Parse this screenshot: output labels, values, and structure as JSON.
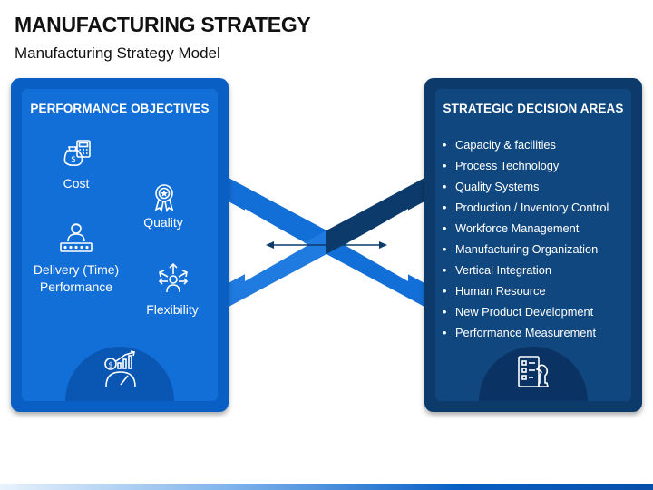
{
  "header": {
    "title": "MANUFACTURING STRATEGY",
    "subtitle": "Manufacturing Strategy Model"
  },
  "left_panel": {
    "heading": "PERFORMANCE OBJECTIVES",
    "objectives": [
      {
        "label": "Cost",
        "icon": "money-bag-calculator-icon"
      },
      {
        "label": "Quality",
        "icon": "award-badge-icon"
      },
      {
        "label": "Delivery (Time)\nPerformance",
        "icon": "delivery-person-rating-icon"
      },
      {
        "label": "Flexibility",
        "icon": "person-arrows-icon"
      }
    ],
    "bottom_icon": "growth-speedometer-icon"
  },
  "right_panel": {
    "heading": "STRATEGIC DECISION AREAS",
    "items": [
      "Capacity & facilities",
      "Process Technology",
      "Quality Systems",
      "Production / Inventory Control",
      "Workforce Management",
      "Manufacturing Organization",
      "Vertical Integration",
      "Human Resource",
      "New Product Development",
      "Performance Measurement"
    ],
    "bottom_icon": "checklist-chess-knight-icon"
  },
  "colors": {
    "left_panel": "#0a5fc4",
    "right_panel": "#0c3a6b",
    "arrow": "#136fd8"
  }
}
